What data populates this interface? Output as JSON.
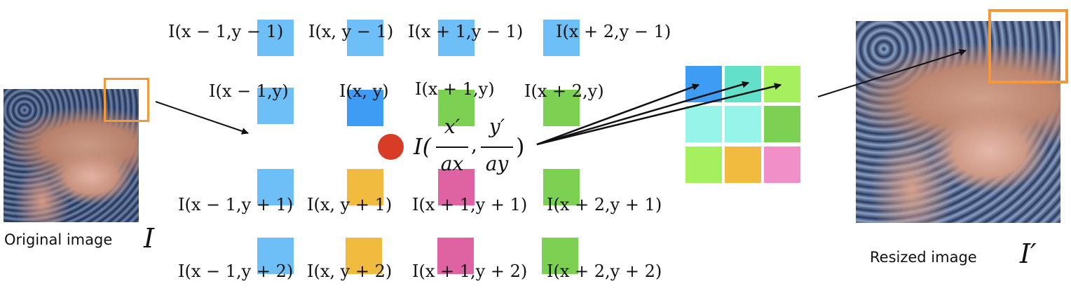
{
  "captions": {
    "original": "Original image",
    "original_symbol": "I",
    "resized": "Resized image",
    "resized_symbol": "I′"
  },
  "grid_labels": [
    [
      "I(x − 1,y − 1)",
      "I(x, y − 1)",
      "I(x + 1,y − 1)",
      "I(x + 2,y − 1)"
    ],
    [
      "I(x − 1,y)",
      "I(x, y)",
      "I(x + 1,y)",
      "I(x + 2,y)"
    ],
    [
      "I(x − 1,y + 1)",
      "I(x, y + 1)",
      "I(x + 1,y + 1)",
      "I(x + 2,y + 1)"
    ],
    [
      "I(x − 1,y + 2)",
      "I(x, y + 2)",
      "I(x + 1,y + 2)",
      "I(x + 2,y + 2)"
    ]
  ],
  "sample_formula": {
    "prefix": "I(",
    "num1": "x′",
    "den1": "ax",
    "sep": ",",
    "num2": "y′",
    "den2": "ay",
    "suffix": ")"
  },
  "colors": {
    "light_blue": "#6ebff7",
    "blue": "#3f9cf4",
    "yellow": "#f1bb3f",
    "pink": "#df62a3",
    "green": "#7dd152",
    "light_green": "#a6f05f",
    "teal": "#63e0c9",
    "cyan": "#97f4e9",
    "light_pink": "#f18fc8",
    "red_dot": "#d83b26",
    "orange_frame": "#f29a3a"
  }
}
